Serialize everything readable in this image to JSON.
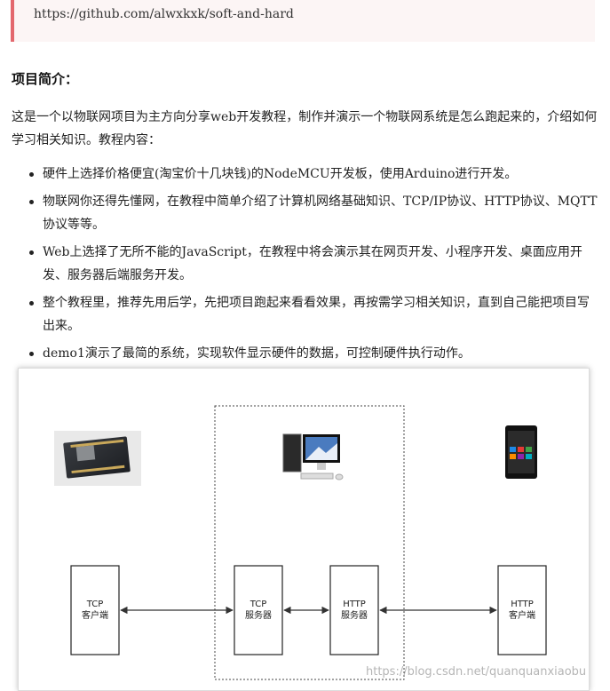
{
  "quote": {
    "url": "https://github.com/alwxkxk/soft-and-hard"
  },
  "section": {
    "heading": "项目简介：",
    "intro": "这是一个以物联网项目为主方向分享web开发教程，制作并演示一个物联网系统是怎么跑起来的，介绍如何学习相关知识。教程内容：",
    "bullets": [
      "硬件上选择价格便宜(淘宝价十几块钱)的NodeMCU开发板，使用Arduino进行开发。",
      "物联网你还得先懂网，在教程中简单介绍了计算机网络基础知识、TCP/IP协议、HTTP协议、MQTT协议等等。",
      "Web上选择了无所不能的JavaScript，在教程中将会演示其在网页开发、小程序开发、桌面应用开发、服务器后端服务开发。",
      "整个教程里，推荐先用后学，先把项目跑起来看看效果，再按需学习相关知识，直到自己能把项目写出来。",
      "demo1演示了最简的系统，实现软件显示硬件的数据，可控制硬件执行动作。"
    ]
  },
  "diagram": {
    "tcp_client": [
      "TCP",
      "客户端"
    ],
    "tcp_server": [
      "TCP",
      "服务器"
    ],
    "http_server": [
      "HTTP",
      "服务器"
    ],
    "http_client": [
      "HTTP",
      "客户端"
    ]
  },
  "watermark": "https://blog.csdn.net/quanquanxiaobu"
}
